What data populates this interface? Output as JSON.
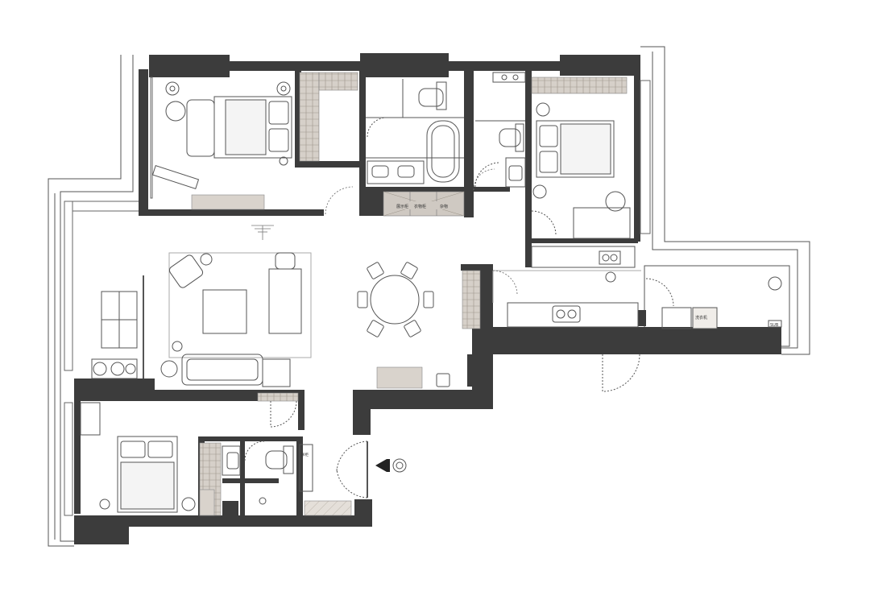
{
  "palette": {
    "wall": "#3c3c3c",
    "window": "#555555",
    "cabinet": "#cfc9c2",
    "hatch": "#9e968c",
    "line": "#555555",
    "bg": "#ffffff"
  },
  "labels": {
    "cab_1": "展示柜",
    "cab_2": "衣物柜",
    "cab_3": "杂物",
    "cab_4": "洗衣机",
    "cab_5": "吊柜",
    "sub": "SUB"
  },
  "rooms": [
    "master-bedroom",
    "master-bathroom",
    "walk-in-closet",
    "bedroom-2",
    "bathroom-2",
    "living-room",
    "dining-area",
    "kitchen",
    "service-balcony",
    "bedroom-3",
    "bathroom-3",
    "entrance"
  ]
}
